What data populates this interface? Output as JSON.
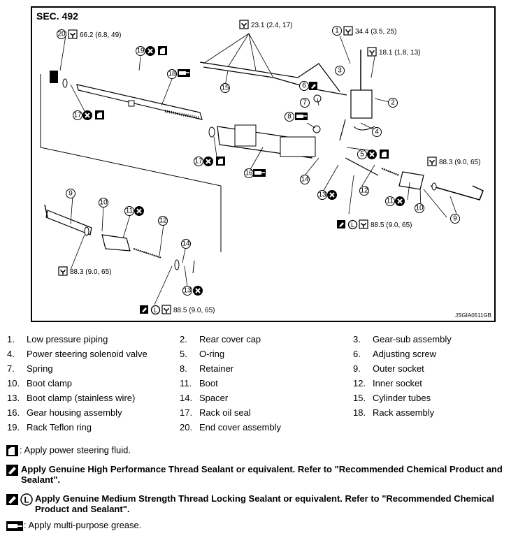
{
  "section": "SEC. 492",
  "figure_id": "JSGIA0511GB",
  "torques": {
    "t20": "66.2 (6.8, 49)",
    "t15": "23.1 (2.4, 17)",
    "t1": "34.4 (3.5, 25)",
    "t2": "18.1 (1.8, 13)",
    "t9r": "88.3 (9.0, 65)",
    "t12r": "88.5 (9.0, 65)",
    "t9l": "88.3 (9.0, 65)",
    "t12l": "88.5 (9.0, 65)"
  },
  "callouts": [
    "1",
    "2",
    "3",
    "4",
    "5",
    "6",
    "7",
    "8",
    "9",
    "10",
    "11",
    "12",
    "13",
    "14",
    "15",
    "16",
    "17",
    "18",
    "19",
    "20"
  ],
  "legend": [
    {
      "n": "1.",
      "t": "Low pressure piping"
    },
    {
      "n": "2.",
      "t": "Rear cover cap"
    },
    {
      "n": "3.",
      "t": "Gear-sub assembly"
    },
    {
      "n": "4.",
      "t": "Power steering solenoid valve"
    },
    {
      "n": "5.",
      "t": "O-ring"
    },
    {
      "n": "6.",
      "t": "Adjusting screw"
    },
    {
      "n": "7.",
      "t": "Spring"
    },
    {
      "n": "8.",
      "t": "Retainer"
    },
    {
      "n": "9.",
      "t": "Outer socket"
    },
    {
      "n": "10.",
      "t": "Boot clamp"
    },
    {
      "n": "11.",
      "t": "Boot"
    },
    {
      "n": "12.",
      "t": "Inner socket"
    },
    {
      "n": "13.",
      "t": "Boot clamp (stainless wire)"
    },
    {
      "n": "14.",
      "t": "Spacer"
    },
    {
      "n": "15.",
      "t": "Cylinder tubes"
    },
    {
      "n": "16.",
      "t": "Gear housing assembly"
    },
    {
      "n": "17.",
      "t": "Rack oil seal"
    },
    {
      "n": "18.",
      "t": "Rack assembly"
    },
    {
      "n": "19.",
      "t": "Rack Teflon ring"
    },
    {
      "n": "20.",
      "t": "End cover assembly"
    }
  ],
  "notes": {
    "fluid": ": Apply power steering fluid.",
    "sealant": "Apply Genuine High Performance Thread Sealant or equivalent. Refer to \"Recommended Chemical Product and Sealant\".",
    "locking": "Apply Genuine Medium Strength Thread Locking Sealant or equivalent. Refer to \"Recommended Chemical Product and Sealant\".",
    "grease": ": Apply multi-purpose grease."
  },
  "icons": [
    "wrench-torque-icon",
    "do-not-reuse-icon",
    "fluid-can-icon",
    "grease-gun-icon",
    "sealant-icon",
    "locking-L-icon"
  ]
}
